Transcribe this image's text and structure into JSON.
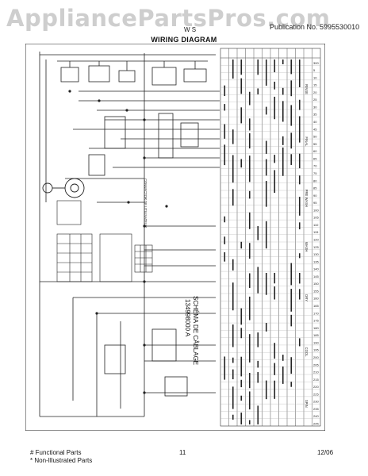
{
  "watermark": "AppliancePartsPros.com",
  "header": {
    "model_fragment": "W S",
    "publication_fragment": "Publication No. 5995530010"
  },
  "title": "WIRING DIAGRAM",
  "diagram": {
    "connector_label": "CONNECTOR DE UTILISATEUR",
    "schema_line1": "SCHÉMA DE CÂBLAGE",
    "schema_line2": "134998000 A",
    "timer_marks": [
      "300",
      "5",
      "10",
      "15",
      "20",
      "25",
      "30",
      "35",
      "40",
      "45",
      "50",
      "55",
      "60",
      "65",
      "70",
      "75",
      "80",
      "85",
      "90",
      "95",
      "100",
      "105",
      "110",
      "115",
      "120",
      "125",
      "130",
      "135",
      "140",
      "145",
      "150",
      "155",
      "160",
      "165",
      "170",
      "175",
      "180",
      "185",
      "190",
      "195",
      "200",
      "205",
      "210",
      "215",
      "220",
      "225",
      "230",
      "235",
      "240",
      "245"
    ],
    "timer_sections": [
      "RINSE",
      "FINAL",
      "PRE WASH",
      "WASH",
      "DRY",
      "COOL",
      "SPIN"
    ]
  },
  "footer": {
    "functional_parts": "# Functional Parts",
    "non_illustrated": "* Non-Illustrated Parts",
    "page_number": "11",
    "date": "12/06"
  }
}
